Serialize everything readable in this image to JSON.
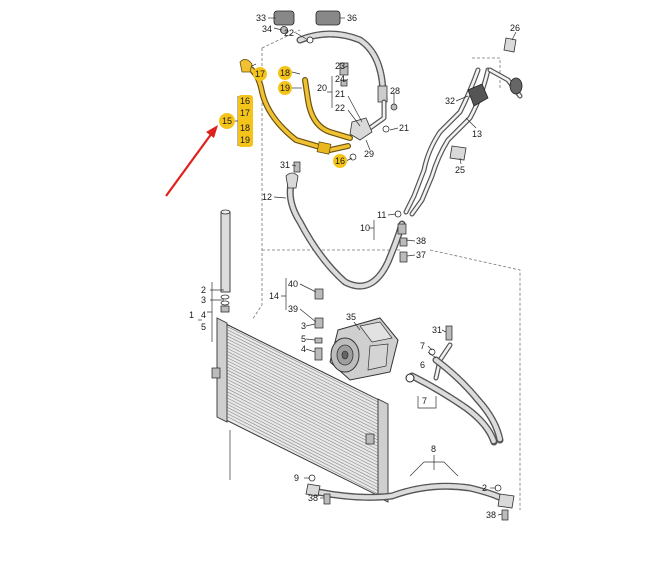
{
  "labels": {
    "l33": "33",
    "l36": "36",
    "l34": "34",
    "l22a": "22",
    "l26": "26",
    "l17a": "17",
    "l18a": "18",
    "l19a": "19",
    "l23": "23",
    "l24": "24",
    "l20": "20",
    "l21a": "21",
    "l22b": "22",
    "l28": "28",
    "l21b": "21",
    "l32": "32",
    "l13": "13",
    "l16a": "16",
    "l17b": "17",
    "l15": "15",
    "l18b": "18",
    "l19b": "19",
    "l29": "29",
    "l16b": "16",
    "l25": "25",
    "l31a": "31",
    "l12": "12",
    "l11": "11",
    "l10": "10",
    "l38a": "38",
    "l37": "37",
    "l2a": "2",
    "l3a": "3",
    "l1": "1",
    "l4a": "4",
    "l5a": "5",
    "l40": "40",
    "l14": "14",
    "l39": "39",
    "l35": "35",
    "l31b": "31",
    "l3b": "3",
    "l5b": "5",
    "l4b": "4",
    "l7a": "7",
    "l6": "6",
    "l7b": "7",
    "l8": "8",
    "l9": "9",
    "l38b": "38",
    "l2b": "2",
    "l38c": "38"
  },
  "colors": {
    "highlight": "#f5c41a",
    "arrow": "#e0201b",
    "line": "#333333"
  }
}
